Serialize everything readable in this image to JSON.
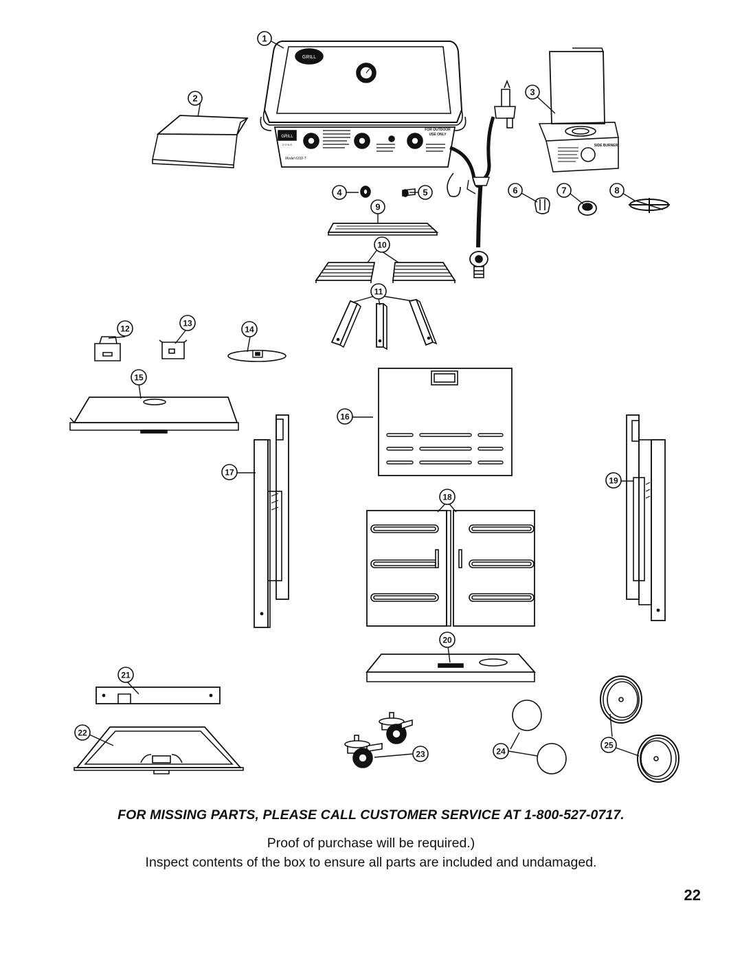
{
  "callouts": [
    "1",
    "2",
    "3",
    "4",
    "5",
    "6",
    "7",
    "8",
    "9",
    "10",
    "11",
    "12",
    "13",
    "14",
    "15",
    "16",
    "17",
    "18",
    "19",
    "20",
    "21",
    "22",
    "23",
    "24",
    "25"
  ],
  "grill_panel": {
    "brand": "GRILL",
    "brand_sub": "Z O N E",
    "for_outdoor": "FOR OUTDOOR",
    "use_only": "USE ONLY",
    "model": "Model 6332-T",
    "side_burner": "SIDE BURNER"
  },
  "notice": {
    "missing_parts": "FOR MISSING PARTS, PLEASE CALL CUSTOMER SERVICE AT 1-800-527-0717.",
    "proof": "Proof of purchase will be required.)",
    "inspect": "Inspect contents of the box to ensure all parts are included and undamaged."
  },
  "page_number": "22"
}
